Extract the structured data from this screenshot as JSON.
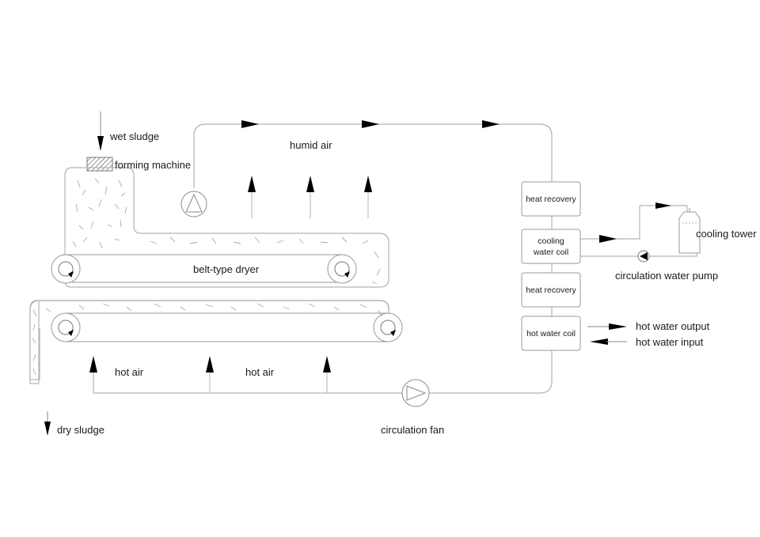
{
  "labels": {
    "wet_sludge": "wet sludge",
    "forming_machine": "forming machine",
    "humid_air": "humid air",
    "belt_type_dryer": "belt-type dryer",
    "hot_air_1": "hot air",
    "hot_air_2": "hot air",
    "dry_sludge": "dry sludge",
    "circulation_fan": "circulation fan",
    "heat_recovery_1": "heat recovery",
    "cooling_water_coil_line1": "cooling",
    "cooling_water_coil_line2": "water coil",
    "heat_recovery_2": "heat recovery",
    "hot_water_coil": "hot water coil",
    "cooling_tower": "cooling tower",
    "circulation_water_pump": "circulation water pump",
    "hot_water_output": "hot water output",
    "hot_water_input": "hot water input"
  },
  "colors": {
    "line": "#b3b3b3",
    "arrow": "#000000",
    "text": "#1a1a1a"
  }
}
